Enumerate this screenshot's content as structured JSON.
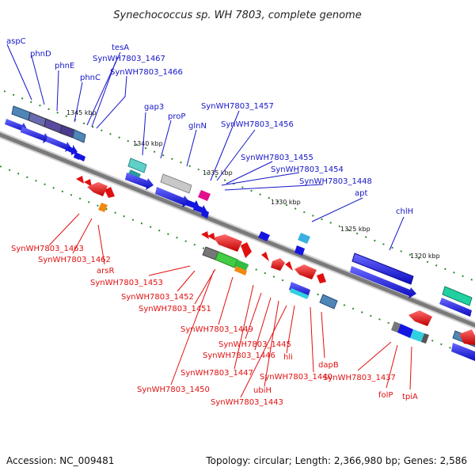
{
  "title": "Synechococcus sp. WH 7803, complete genome",
  "accession": "Accession: NC_009481",
  "topology": "Topology: circular; Length: 2,366,980 bp; Genes: 2,586",
  "colors": {
    "forward": "#1515c8",
    "reverse": "#e01010",
    "backbone": "#8a8a8a",
    "tick": "#2e8b2e"
  },
  "scale_labels": [
    "1345 kbp",
    "1340 kbp",
    "1335 kbp",
    "1330 kbp",
    "1325 kbp",
    "1320 kbp"
  ],
  "top_labels": {
    "aspC": "aspC",
    "phnD": "phnD",
    "phnE": "phnE",
    "phnC": "phnC",
    "tesA": "tesA",
    "s1467": "SynWH7803_1467",
    "s1466": "SynWH7803_1466",
    "gap3": "gap3",
    "proP": "proP",
    "glnN": "glnN",
    "s1457": "SynWH7803_1457",
    "s1456": "SynWH7803_1456",
    "s1455": "SynWH7803_1455",
    "s1454": "SynWH7803_1454",
    "s1448": "SynWH7803_1448",
    "apt": "apt",
    "chlH": "chlH"
  },
  "bottom_labels": {
    "s1463": "SynWH7803_1463",
    "s1462": "SynWH7803_1462",
    "arsR": "arsR",
    "s1453": "SynWH7803_1453",
    "s1452": "SynWH7803_1452",
    "s1451": "SynWH7803_1451",
    "s1449": "SynWH7803_1449",
    "s1445": "SynWH7803_1445",
    "s1446": "SynWH7803_1446",
    "hli": "hli",
    "s1447": "SynWH7803_1447",
    "s1440": "SynWH7803_1440",
    "dapB": "dapB",
    "s1437": "SynWH7803_1437",
    "ubiH": "ubiH",
    "s1450": "SynWH7803_1450",
    "s1443": "SynWH7803_1443",
    "folP": "folP",
    "tpiA": "tpiA"
  }
}
